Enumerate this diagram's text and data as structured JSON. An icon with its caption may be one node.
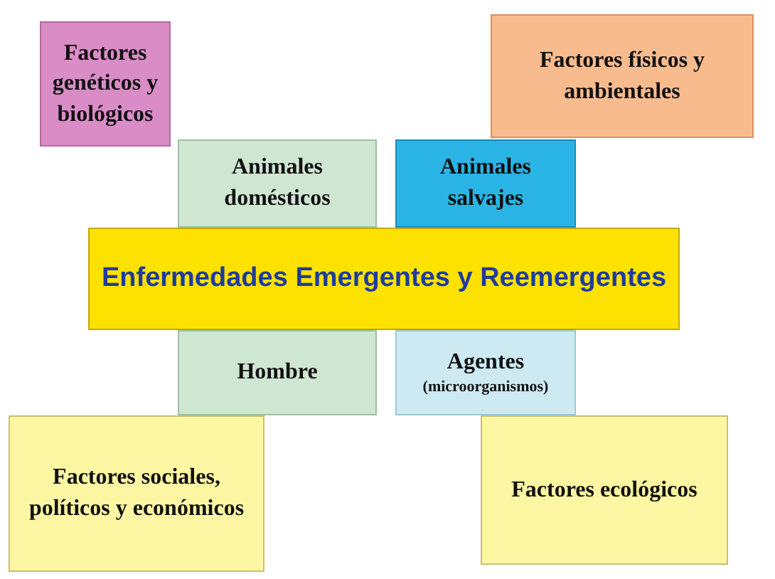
{
  "diagram": {
    "nodes": [
      {
        "text": [
          "Factores genéticos y biológicos"
        ]
      },
      {
        "text": [
          "Factores físicos y ambientales"
        ]
      },
      {
        "text": [
          "Animales domésticos"
        ]
      },
      {
        "text": [
          "Animales salvajes"
        ]
      },
      {
        "text": [
          "Enfermedades Emergentes y Reemergentes"
        ]
      },
      {
        "text": [
          "Hombre"
        ]
      },
      {
        "text": [
          "Agentes",
          "(microorganismos)"
        ]
      },
      {
        "text": [
          "Factores sociales, políticos y económicos"
        ]
      },
      {
        "text": [
          "Factores ecológicos"
        ]
      }
    ]
  }
}
